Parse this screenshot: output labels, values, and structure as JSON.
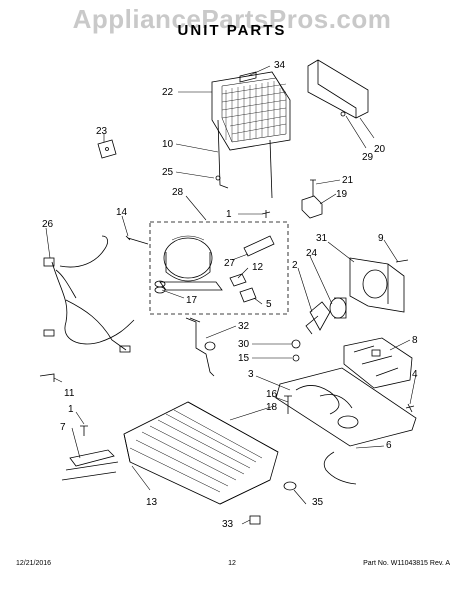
{
  "watermark": "AppliancePartsPros.com",
  "title": "UNIT PARTS",
  "callouts": {
    "c34": "34",
    "c22": "22",
    "c20": "20",
    "c29": "29",
    "c23": "23",
    "c10": "10",
    "c25": "25",
    "c21": "21",
    "c19": "19",
    "c28": "28",
    "c14": "14",
    "c1a": "1",
    "c26": "26",
    "c31": "31",
    "c9": "9",
    "c2": "2",
    "c24": "24",
    "c27": "27",
    "c12": "12",
    "c17": "17",
    "c5": "5",
    "c32": "32",
    "c8": "8",
    "c30": "30",
    "c15": "15",
    "c3": "3",
    "c4": "4",
    "c11": "11",
    "c16": "16",
    "c18": "18",
    "c1b": "1",
    "c7": "7",
    "c6": "6",
    "c13": "13",
    "c35": "35",
    "c33": "33"
  },
  "footer": {
    "date": "12/21/2016",
    "page": "12",
    "part": "Part No. W11043815  Rev. A"
  },
  "colors": {
    "line": "#000000",
    "watermark": "#c9c9c9"
  }
}
